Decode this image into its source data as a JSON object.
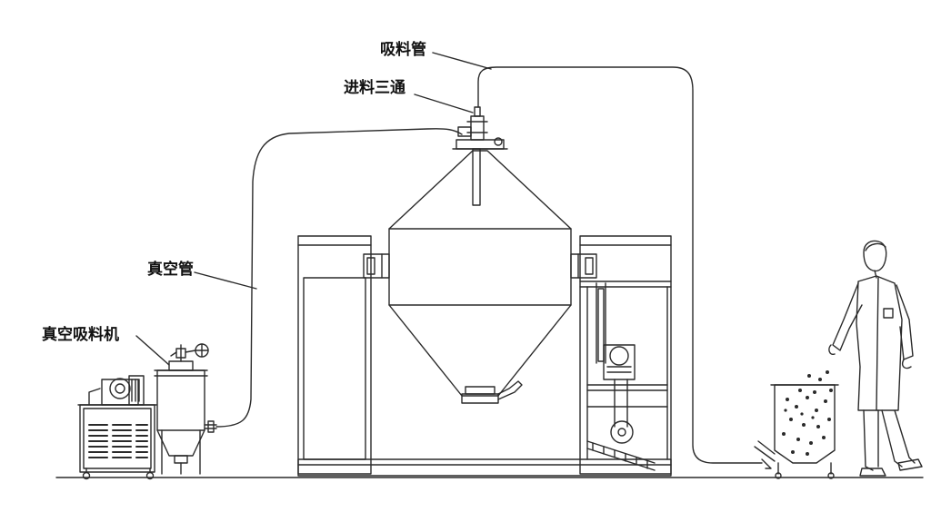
{
  "labels": {
    "suction_pipe": "吸料管",
    "feed_tee": "进料三通",
    "vacuum_pipe": "真空管",
    "vacuum_loader": "真空吸料机"
  },
  "colors": {
    "line": "#2a2a2a",
    "text": "#111111",
    "background": "#ffffff"
  }
}
